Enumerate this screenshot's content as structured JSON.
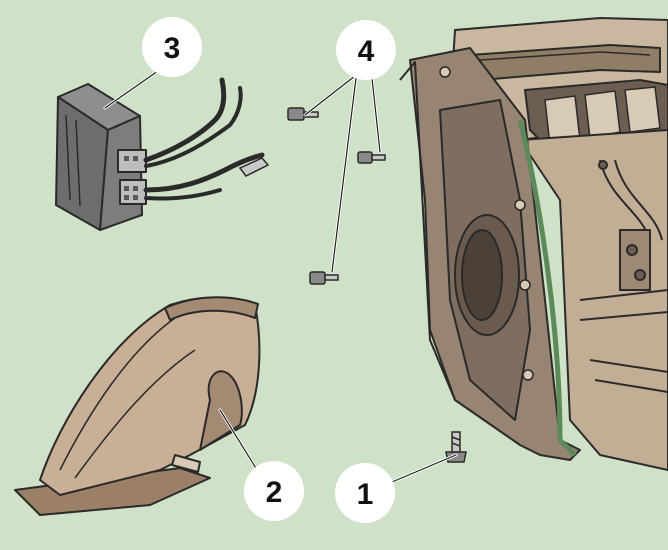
{
  "diagram": {
    "background": "#cfe1c6",
    "callouts": [
      {
        "id": "callout-1",
        "label": "1"
      },
      {
        "id": "callout-2",
        "label": "2"
      },
      {
        "id": "callout-3",
        "label": "3"
      },
      {
        "id": "callout-4",
        "label": "4"
      }
    ],
    "parts": [
      {
        "id": "screw",
        "callout": "1"
      },
      {
        "id": "air-duct-cover",
        "callout": "2"
      },
      {
        "id": "control-unit",
        "callout": "3"
      },
      {
        "id": "fasteners",
        "callout": "4"
      }
    ]
  }
}
